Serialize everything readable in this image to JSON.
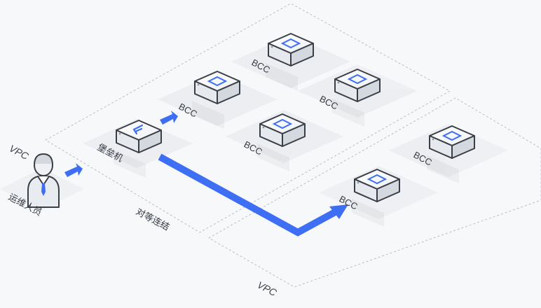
{
  "labels": {
    "vpc_left": "VPC",
    "vpc_bottom": "VPC",
    "bastion": "堡垒机",
    "operator": "运维人员",
    "peering": "对等连结"
  },
  "servers": [
    {
      "label": "BCC"
    },
    {
      "label": "BCC"
    },
    {
      "label": "BCC"
    },
    {
      "label": "BCC"
    },
    {
      "label": "BCC"
    },
    {
      "label": "BCC"
    }
  ],
  "colors": {
    "accent": "#3d6ef3",
    "background": "#f7f8fa",
    "outline": "#3a3f47",
    "zone_border": "#b9bec6"
  },
  "icons": {
    "server": "server-box-icon",
    "bastion": "bastion-host-icon",
    "operator": "person-icon"
  }
}
